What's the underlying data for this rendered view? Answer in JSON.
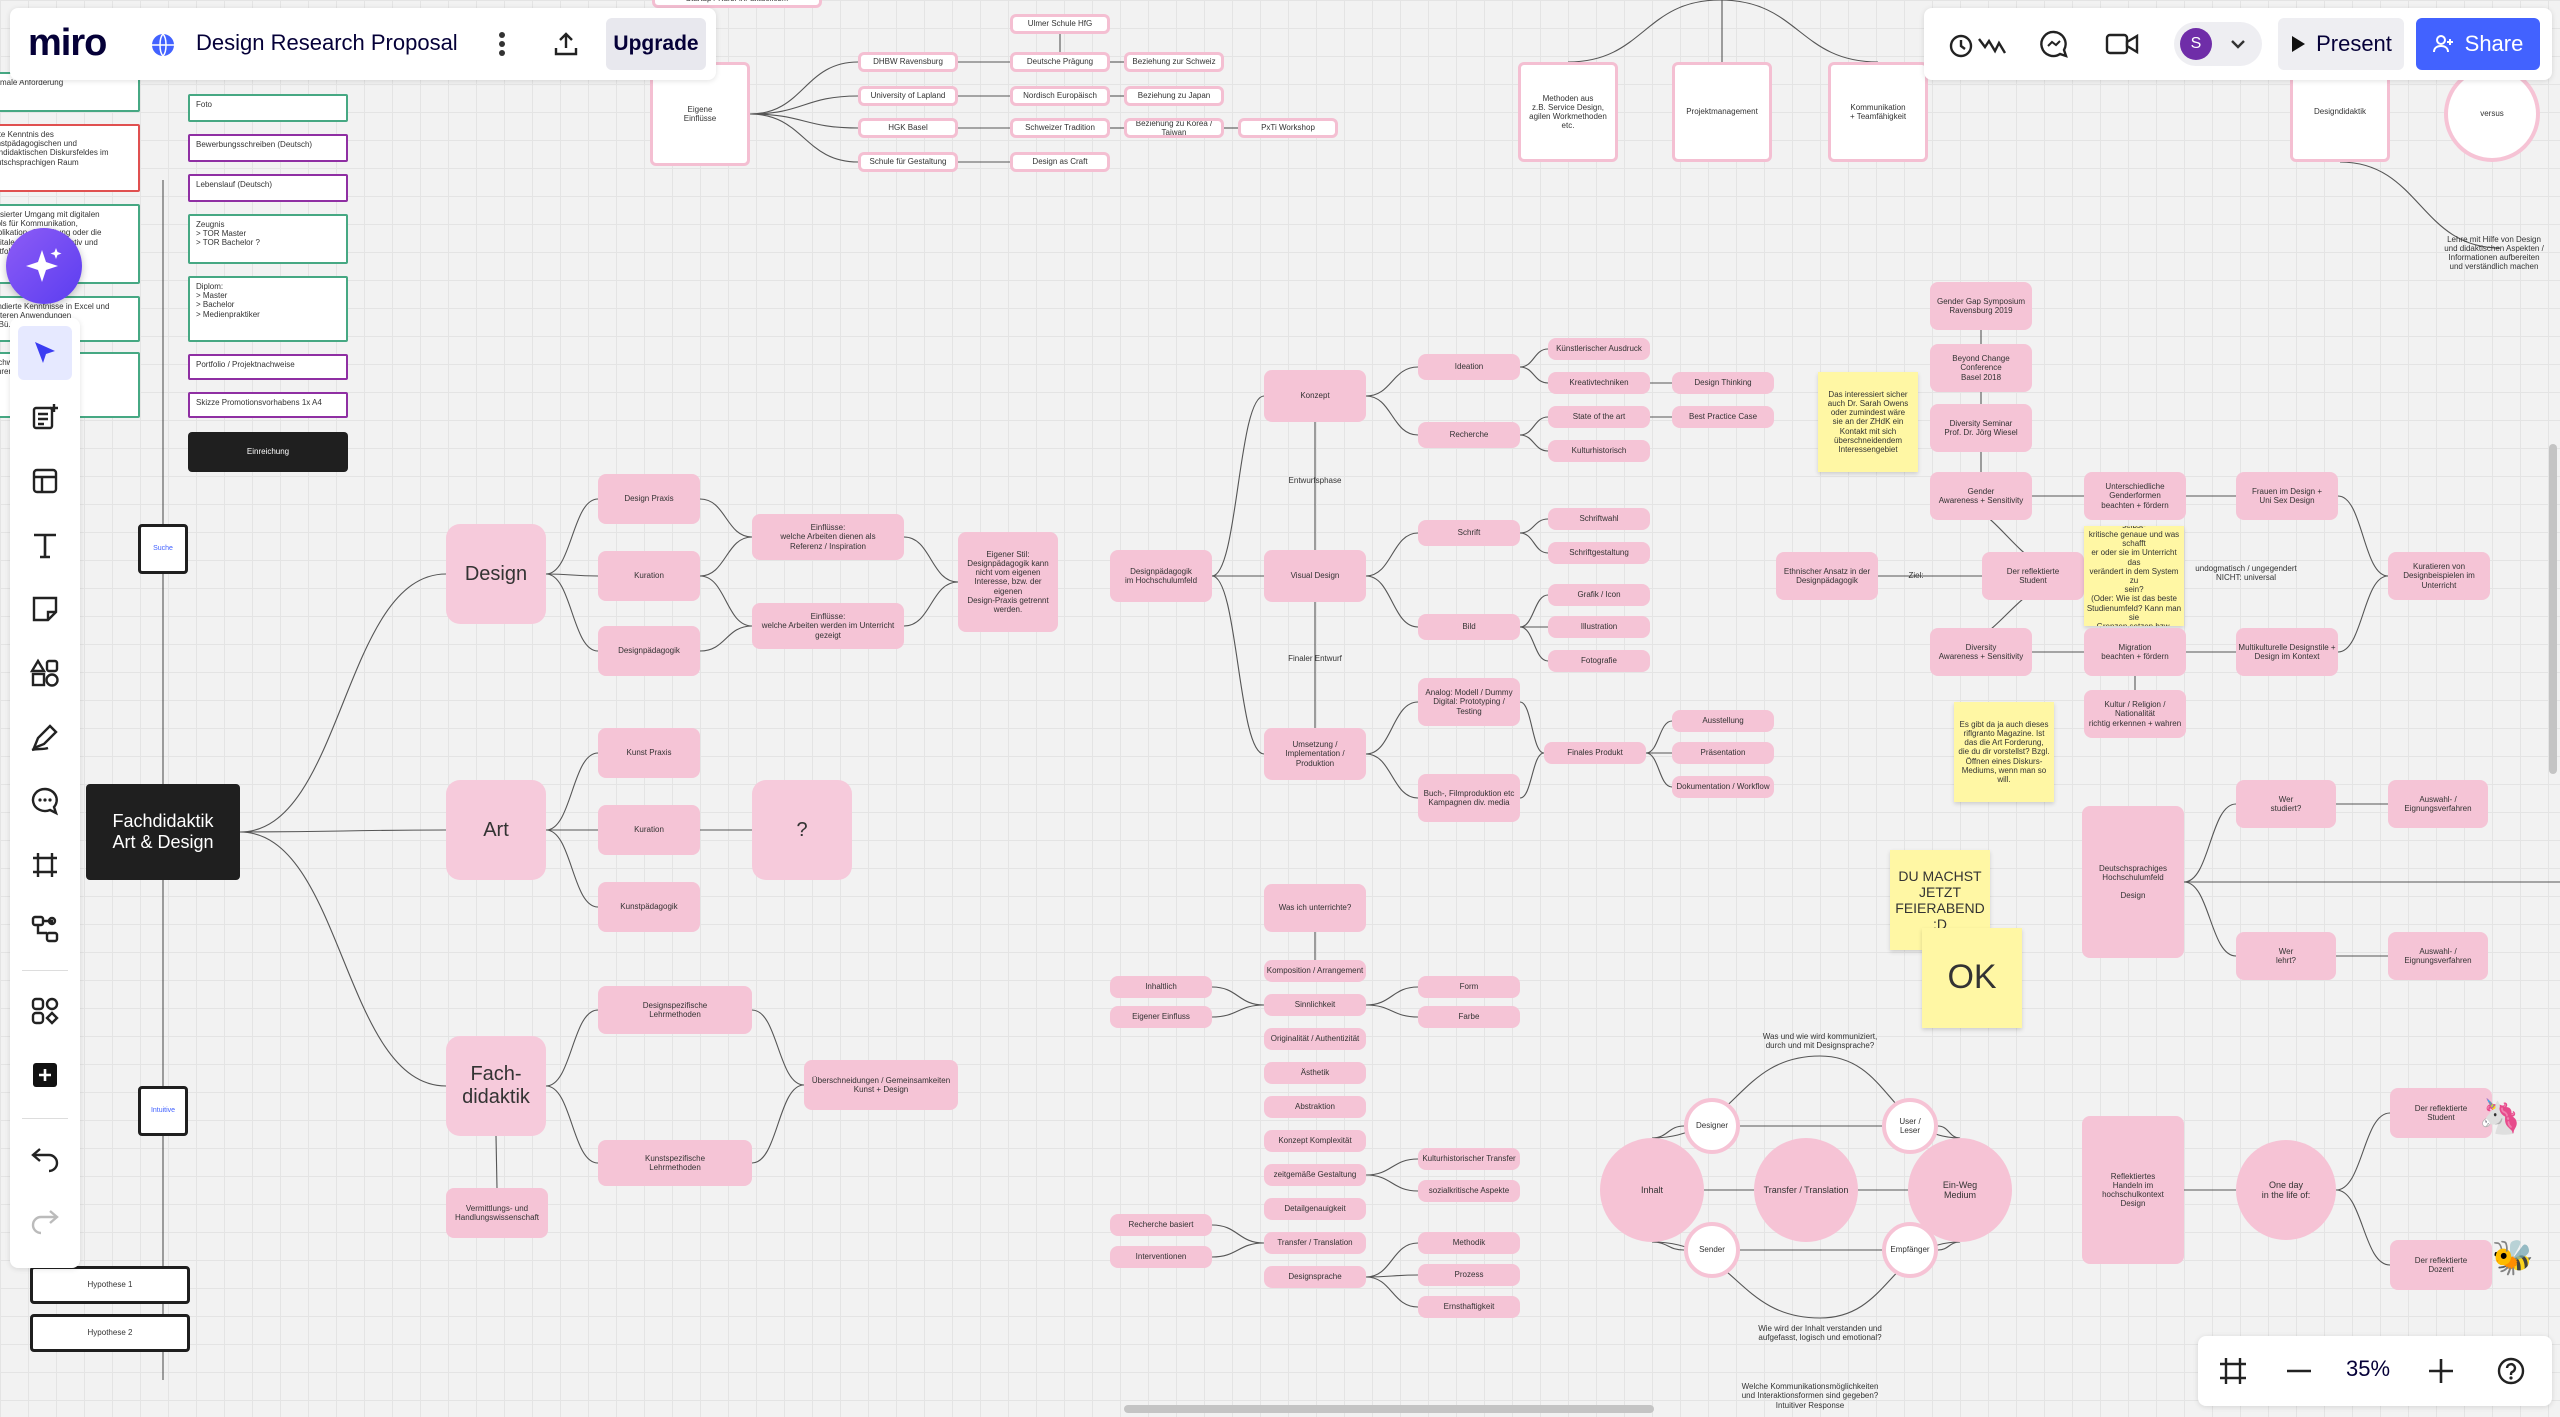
{
  "app": {
    "logo": "miro",
    "board_title": "Design Research Proposal",
    "upgrade_label": "Upgrade",
    "present_label": "Present",
    "share_label": "Share",
    "avatar_initial": "S",
    "zoom": "35%",
    "accent": "#4262ff",
    "avatar_color": "#6f2da8"
  },
  "icons": {
    "globe": "globe-icon",
    "more": "more-vertical-icon",
    "export": "export-icon",
    "reactions": "reactions-icon",
    "chat": "chat-icon",
    "video": "video-icon",
    "ai": "ai-sparkle-icon",
    "select": "cursor-icon",
    "templates": "templates-icon",
    "table": "table-icon",
    "text": "text-icon",
    "sticky": "sticky-note-icon",
    "shapes": "shapes-icon",
    "pen": "pen-icon",
    "comment": "comment-icon",
    "frame": "frame-icon",
    "diagram": "diagram-icon",
    "apps": "apps-icon",
    "add": "add-icon",
    "undo": "undo-icon",
    "redo": "redo-icon",
    "fit": "fit-frame-icon",
    "zoom_out": "minus-icon",
    "zoom_in": "plus-icon",
    "help": "help-icon"
  },
  "board": {
    "center": "Fachdidaktik\nArt & Design",
    "design": "Design",
    "art": "Art",
    "fach": "Fach-\ndidaktik",
    "question": "?",
    "design_praxis": "Design Praxis",
    "kuration1": "Kuration",
    "designpaedagogik": "Designpädagogik",
    "einfluss1": "Einflüsse:\nwelche Arbeiten dienen als\nReferenz / Inspiration",
    "einfluss2": "Einflüsse:\nwelche Arbeiten werden im Unterricht\ngezeigt",
    "eigener_stil": "Eigener Stil:\nDesignpädagogik kann\nnicht vom eigenen\nInteresse, bzw. der eigenen\nDesign-Praxis getrennt\nwerden.",
    "kunst_praxis": "Kunst Praxis",
    "kuration2": "Kuration",
    "kunstpaedagogik": "Kunstpädagogik",
    "designspez": "Designspezifische\nLehrmethoden",
    "kunstspez": "Kunstspezifische\nLehrmethoden",
    "ueberschneidungen": "Überschneidungen / Gemeinsamkeiten\nKunst + Design",
    "vermittlung": "Vermittlungs- und\nHandlungswissenschaft",
    "eigene_einfluesse": "Eigene\nEinflüsse",
    "dhbw": "DHBW Ravensburg",
    "lapland": "University of Lapland",
    "hgk": "HGK Basel",
    "schule_gestaltung": "Schule für Gestaltung",
    "ulmer": "Ulmer Schule HfG",
    "deutsche_praegung": "Deutsche Prägung",
    "nordisch": "Nordisch Europäisch",
    "schweizer": "Schweizer Tradition",
    "design_craft": "Design as Craft",
    "bez_schweiz": "Beziehung zur Schweiz",
    "bez_japan": "Beziehung zu Japan",
    "bez_korea": "Beziehung zu Korea / Taiwan",
    "pixi": "PxTi Workshop",
    "methoden": "Methoden aus\nz.B. Service Design,\nagilen Workmethoden\netc.",
    "projektmgmt": "Projektmanagement",
    "kommunikation": "Kommunikation\n+ Teamfähigkeit",
    "designdidaktik": "Designdidaktik",
    "versus": "versus",
    "lehre_note": "Lehre mit Hilfe von Design\nund didaktischen Aspekten /\nInformationen aufbereiten\nund verständlich machen",
    "dp_hochschul": "Designpädagogik\nim Hochschulumfeld",
    "konzept": "Konzept",
    "entwurfsphase": "Entwurfsphase",
    "visual_design": "Visual Design",
    "finaler_entwurf": "Finaler Entwurf",
    "umsetzung": "Umsetzung /\nImplementation /\nProduktion",
    "ideation": "Ideation",
    "recherche": "Recherche",
    "schrift": "Schrift",
    "bild": "Bild",
    "analog": "Analog: Modell / Dummy\nDigital: Prototyping / Testing",
    "buch": "Buch-, Filmproduktion etc\nKampagnen div. media",
    "kuenstl": "Künstlerischer Ausdruck",
    "kreativtech": "Kreativtechniken",
    "state_art": "State of the art",
    "kulturhist": "Kulturhistorisch",
    "design_thinking": "Design Thinking",
    "best_practice": "Best Practice Case",
    "schriftwahl": "Schriftwahl",
    "schriftgestaltung": "Schriftgestaltung",
    "grafik": "Grafik / Icon",
    "illustration": "Illustration",
    "fotografie": "Fotografie",
    "finales_produkt": "Finales Produkt",
    "ausstellung": "Ausstellung",
    "praesentation": "Präsentation",
    "dokumentation": "Dokumentation / Workflow",
    "was_unterrichte": "Was ich unterrichte?",
    "komposition": "Komposition / Arrangement",
    "sinnlichkeit": "Sinnlichkeit",
    "originalitaet": "Originalität / Authentizität",
    "aesthetik": "Ästhetik",
    "abstraktion": "Abstraktion",
    "konzept_komplex": "Konzept Komplexität",
    "zeitgemaess": "zeitgemäße Gestaltung",
    "detailgenauigkeit": "Detailgenauigkeit",
    "transfer": "Transfer / Translation",
    "designsprache": "Designsprache",
    "inhaltlich": "Inhaltlich",
    "eigener_einfluss": "Eigener Einfluss",
    "form": "Form",
    "farbe": "Farbe",
    "kulturhist_transfer": "Kulturhistorischer Transfer",
    "sozialkritisch": "sozialkritische Aspekte",
    "recherche_basiert": "Recherche basiert",
    "intervention": "Interventionen",
    "methodik": "Methodik",
    "prozess": "Prozess",
    "ernsthaftigkeit": "Ernsthaftigkeit",
    "gender_gap": "Gender Gap Symposium\nRavensburg 2019",
    "beyond_change": "Beyond Change Conference\nBasel 2018",
    "diversity_seminar": "Diversity Seminar\nProf. Dr. Jörg Wiesel",
    "yellow1": "Das interessiert sicher\nauch Dr. Sarah Owens\noder zumindest wäre\nsie an der ZHdK ein\nKontakt mit sich\nüberschneidendem\nInteressengebiet",
    "gender": "Gender\nAwareness + Sensitivity",
    "ethnischer": "Ethnischer Ansatz in der\nDesignpädagogik",
    "ziel": "Ziel:",
    "reflektierte_student": "Der reflektierte\nStudent",
    "diversity": "Diversity\nAwareness + Sensitivity",
    "unterschiedliche": "Unterschiedliche\nGenderformen\nbeachten + fördern",
    "yellow2": "Welche Rolle spielt da der\nreflektierte Student / das selbst-\nkritische genaue und was schafft\ner oder sie im Unterricht das\nverändert in dem System zu\nsein?\n(Oder: Wie ist das beste\nStudienumfeld? Kann man sie\nGrenzen setzen bzw.\nWie wird der angeboten\nsteuern?)",
    "migration": "Migration\nbeachten + fördern",
    "kultur": "Kultur / Religion /\nNationalität\nrichtig erkennen + wahren",
    "frauen": "Frauen im Design +\nUni Sex Design",
    "multikulti": "Multikulturelle Designstile +\nDesign im Kontext",
    "undogmatisch": "undogmatisch / ungegendert\nNICHT: universal",
    "kuratieren": "Kuratieren von\nDesignbeispielen im\nUnterricht",
    "yellow3": "Es gibt da ja auch dieses\nriflgranto Magazine. Ist\ndas die Art Forderung,\ndie du dir vorstellst? Bzgl.\nÖffnen eines Diskurs-\nMediums, wenn man so\nwill.",
    "du_machst": "DU MACHST\nJETZT\nFEIERABEND\n:D",
    "ok": "OK",
    "deutschsprachige": "Deutschsprachiges\nHochschulumfeld\n\nDesign",
    "wer_studiert": "Wer\nstudiert?",
    "wer_lehrt": "Wer\nlehrt?",
    "auswahl1": "Auswahl- /\nEignungsverfahren",
    "auswahl2": "Auswahl- /\nEignungsverfahren",
    "was_wie": "Was und wie wird kommuniziert,\ndurch und mit Designsprache?",
    "designer": "Designer",
    "user": "User /\nLeser",
    "inhalt": "Inhalt",
    "transfer_c": "Transfer / Translation",
    "ein_weg": "Ein-Weg\nMedium",
    "sender": "Sender",
    "empfaenger": "Empfänger",
    "wie_wird": "Wie wird der Inhalt verstanden und\naufgefasst, logisch und emotional?",
    "welche_komm": "Welche Kommunikationsmöglichkeiten\nund Interaktionsformen sind gegeben?\nIntuitiver Response",
    "reflektiertes_handeln": "Reflektiertes\nHandeln im\nhochschulkontext\nDesign",
    "one_day": "One day\nin the life of:",
    "refl_student": "Der reflektierte\nStudent",
    "refl_dozent": "Der reflektierte\nDozent",
    "left_note1": "Formale Anforderung\nMA",
    "left_note2": "Gute Kenntnis des\nkunstpädagogischen und\nfachdidaktischen Diskursfeldes im\ndeutschsprachigen Raum",
    "left_note3": "Versierter Umgang mit digitalen\nTools für Kommunikation,\nPublikation, Gestaltung oder die\nDigitale Lehre, kollaborativ und\nportfolio orientiert",
    "left_note4": "Fundierte Kenntnisse in Excel und\nweiteren Anwendungen\nim Bü...",
    "left_note5": "Nachweis vorhandene\nLehrerfahrung\n...",
    "foto": "Foto",
    "bewerbung": "Bewerbungsschreiben (Deutsch)",
    "lebenslauf": "Lebenslauf (Deutsch)",
    "zeugnis": "Zeugnis\n> TOR Master\n> TOR Bachelor ?",
    "diplom": "Diplom:\n> Master\n> Bachelor\n> Medienpraktiker",
    "portfolio": "Portfolio / Projektnachweise",
    "skizze": "Skizze Promotionsvorhabens 1x A4",
    "einreichung": "Einreichung",
    "small_box1": "Suche",
    "small_box2": "Intuitive",
    "hypothese1": "Hypothese 1",
    "hypothese2": "Hypothese 2",
    "top_cut": "Startup / Kurs: ihr aktuelles..."
  }
}
